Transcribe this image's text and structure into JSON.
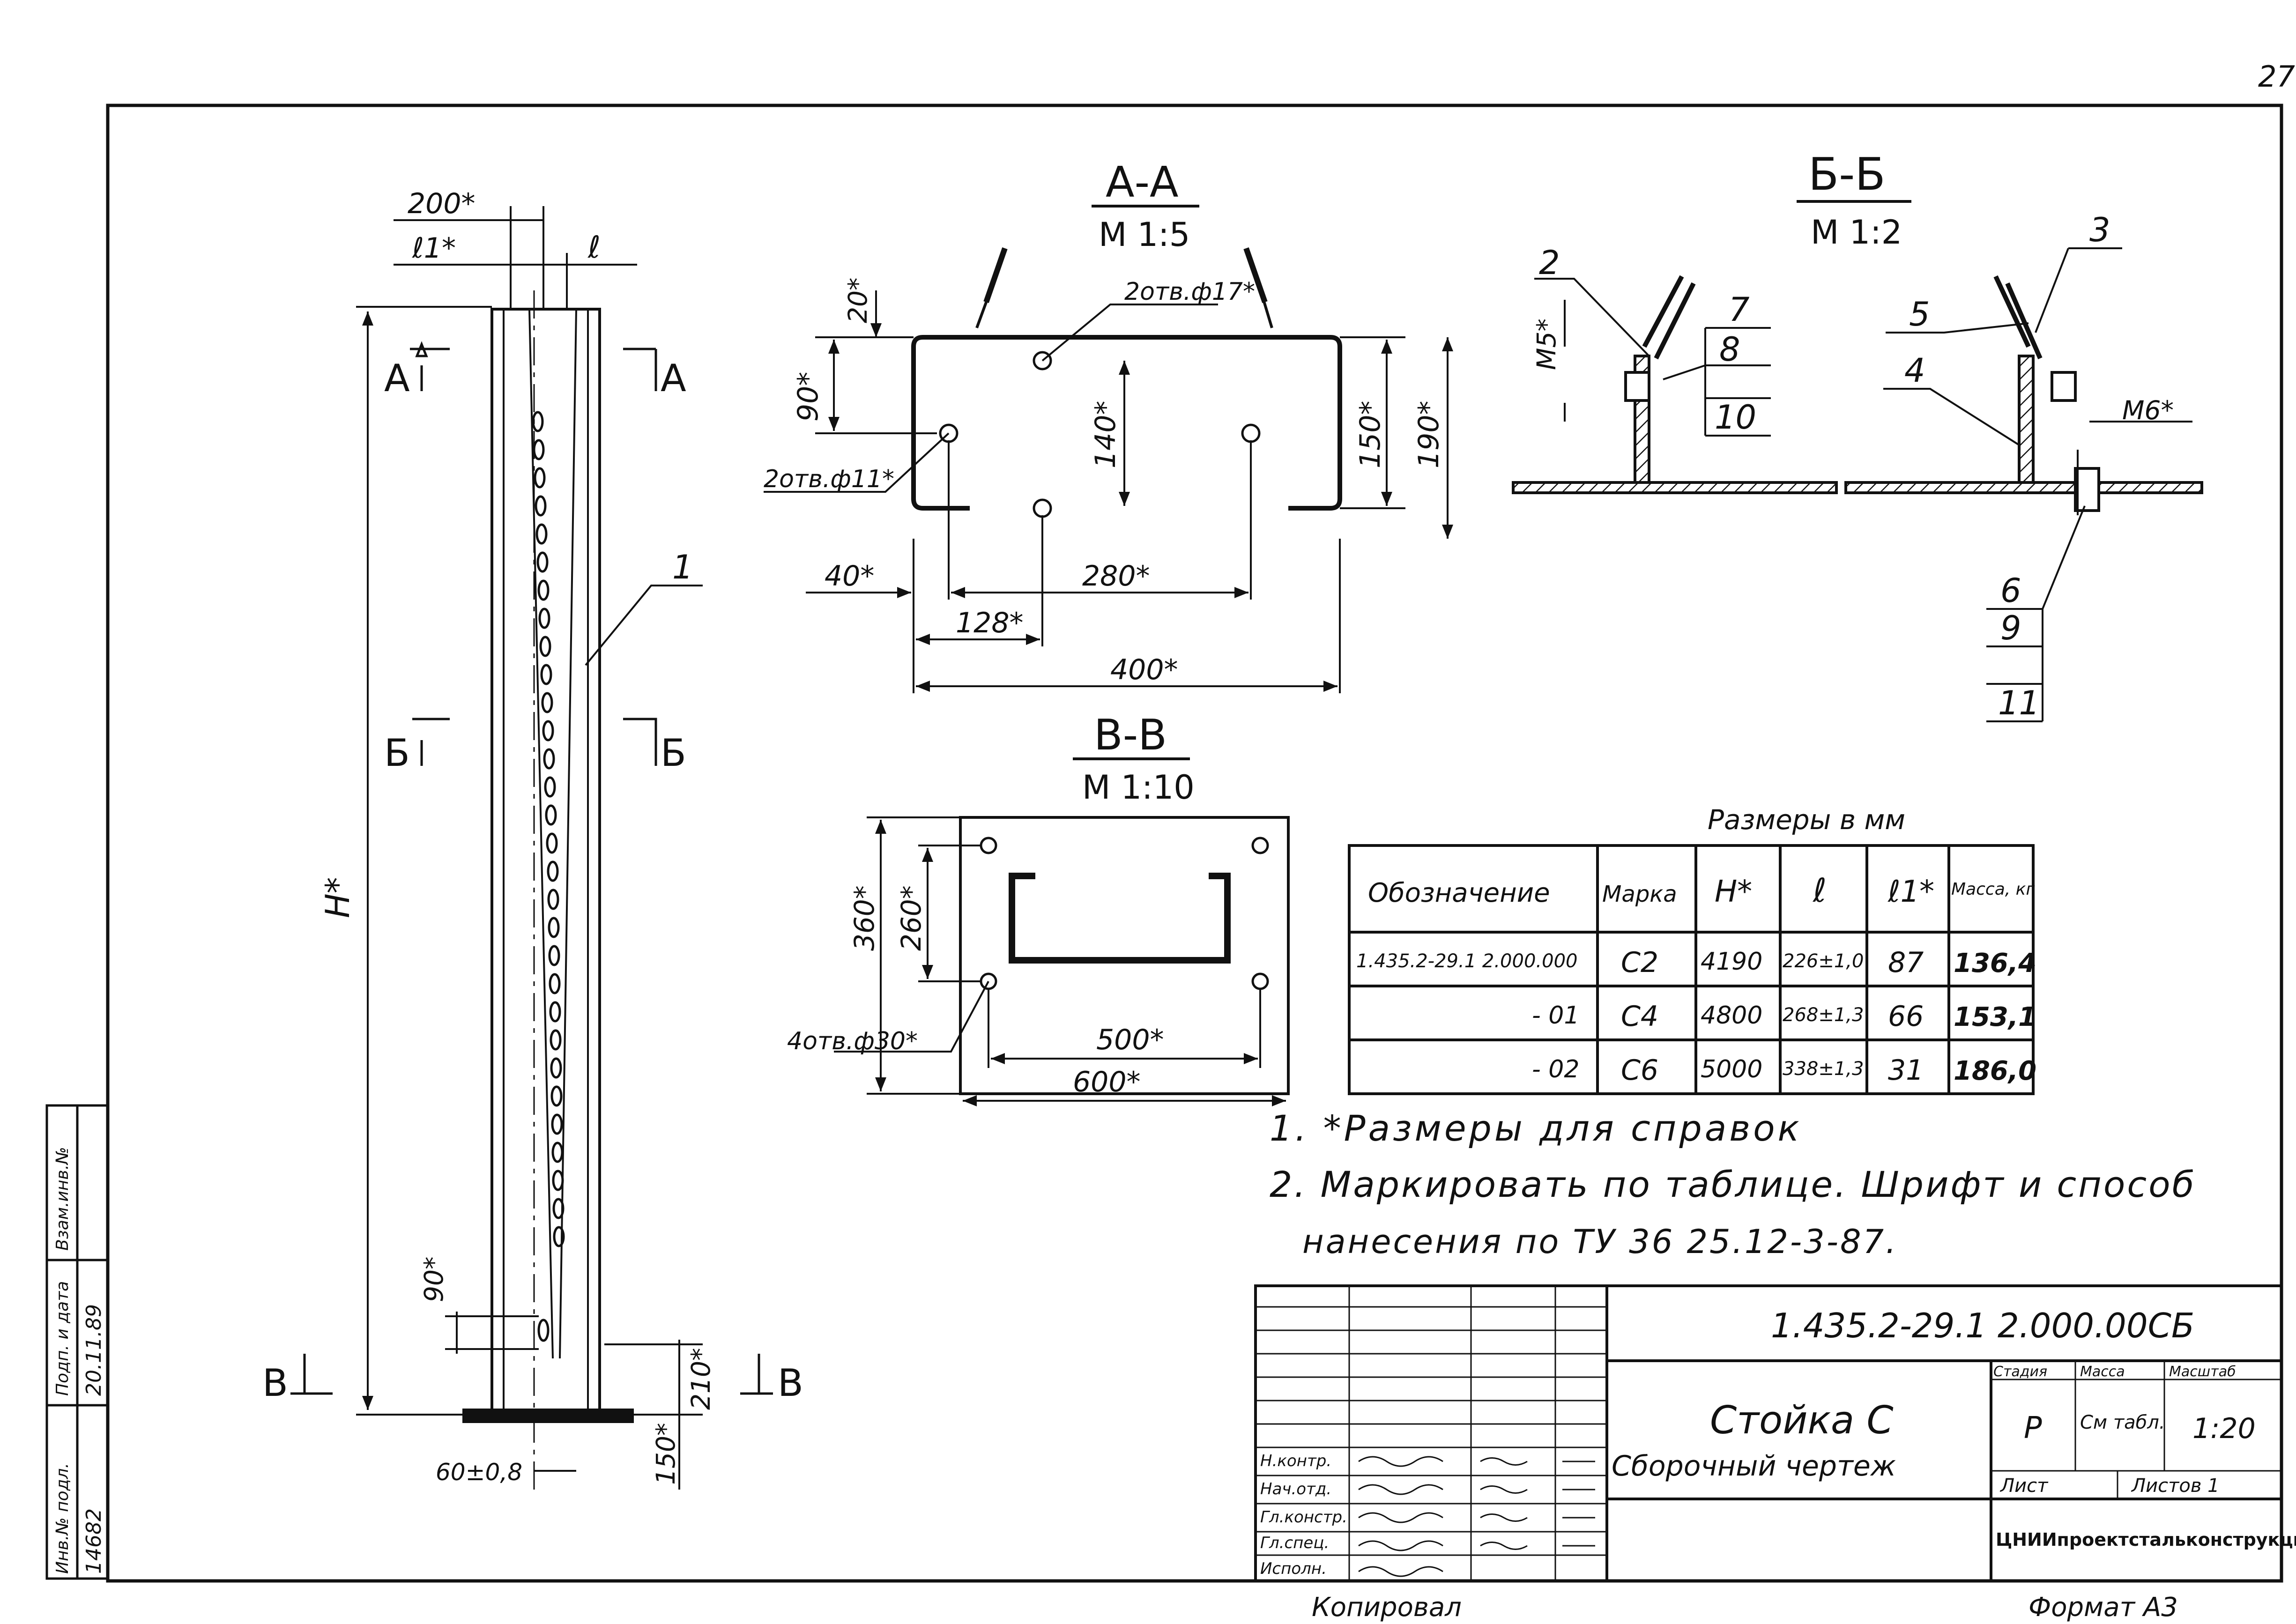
{
  "page_number": "27",
  "views": {
    "main": {
      "dims": {
        "d200": "200*",
        "l1": "ℓ1*",
        "l": "ℓ",
        "H": "H*",
        "d90": "90*",
        "d210": "210*",
        "d150": "150*",
        "d60": "60±0,8"
      },
      "section_marks": {
        "a_left": "А",
        "a_right": "А",
        "b_left": "Б",
        "b_right": "Б",
        "v_left": "В",
        "v_right": "В"
      },
      "leader_1": "1"
    },
    "aa": {
      "title": "А-А",
      "scale": "М 1:5",
      "dims": {
        "d20": "20*",
        "d90": "90*",
        "holes17": "2отв.ф17*",
        "holes11": "2отв.ф11*",
        "d140": "140*",
        "d150": "150*",
        "d190": "190*",
        "d40": "40*",
        "d280": "280*",
        "d128": "128*",
        "d400": "400*"
      }
    },
    "bb": {
      "title": "Б-Б",
      "scale": "М 1:2",
      "labels": {
        "p2": "2",
        "p7": "7",
        "p8": "8",
        "p10": "10",
        "m5": "М5*",
        "p3": "3",
        "p5": "5",
        "p4": "4",
        "m6": "М6*",
        "p6": "6",
        "p9": "9",
        "p11": "11"
      }
    },
    "vv": {
      "title": "В-В",
      "scale": "М 1:10",
      "dims": {
        "d360": "360*",
        "d260": "260*",
        "holes30": "4отв.ф30*",
        "d500": "500*",
        "d600": "600*"
      }
    }
  },
  "table": {
    "caption": "Размеры в мм",
    "headers": [
      "Обозначение",
      "Марка",
      "H*",
      "ℓ",
      "ℓ1*",
      "Масса, кг"
    ],
    "rows": [
      {
        "designation": "1.435.2-29.1 2.000.000",
        "mark": "С2",
        "h": "4190",
        "l": "226±1,0",
        "l1": "87",
        "mass": "136,4"
      },
      {
        "designation": "- 01",
        "mark": "С4",
        "h": "4800",
        "l": "268±1,3",
        "l1": "66",
        "mass": "153,1"
      },
      {
        "designation": "- 02",
        "mark": "С6",
        "h": "5000",
        "l": "338±1,3",
        "l1": "31",
        "mass": "186,0"
      }
    ]
  },
  "notes": {
    "n1": "1. *Размеры для справок",
    "n2a": "2. Маркировать по таблице. Шрифт и способ",
    "n2b": "нанесения по ТУ 36 25.12-3-87."
  },
  "title_block": {
    "code": "1.435.2-29.1   2.000.00СБ",
    "name1": "Стойка С",
    "name2": "Сборочный чертеж",
    "col_stage": "Стадия",
    "col_mass": "Масса",
    "col_scale": "Масштаб",
    "stage": "Р",
    "mass": "См табл.",
    "scale": "1:20",
    "sheet": "Лист",
    "sheets": "Листов 1",
    "org": "ЦНИИпроектстальконструкция",
    "signers": [
      "Н.контр.",
      "Нач.отд.",
      "Гл.констр.",
      "Гл.спец.",
      "Исполн."
    ],
    "copied": "Копировал",
    "format": "Формат А3"
  },
  "side_stamp": {
    "inv_orig": "Инв.№ подл.",
    "sign_date": "Подп. и дата",
    "replace": "Взам.инв.№",
    "inv_value": "14682",
    "date_value": "20.11.89"
  }
}
